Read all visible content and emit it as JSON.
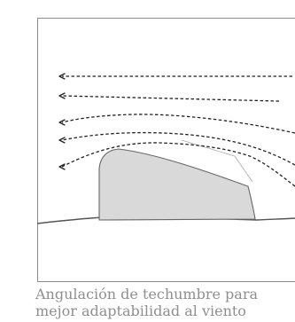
{
  "caption": {
    "line1": "Angulación de techumbre para",
    "line2": "mejor adaptabilidad al viento"
  },
  "diagram": {
    "subject": "Angulación de techumbre",
    "colors": {
      "frame": "#8a8a8a",
      "ground": "#555555",
      "building_fill": "#d9d9d9",
      "building_stroke": "#666666",
      "wind_lines": "#222222",
      "roof_guide": "#aaaaaa"
    },
    "wind_lines_count": 5
  }
}
